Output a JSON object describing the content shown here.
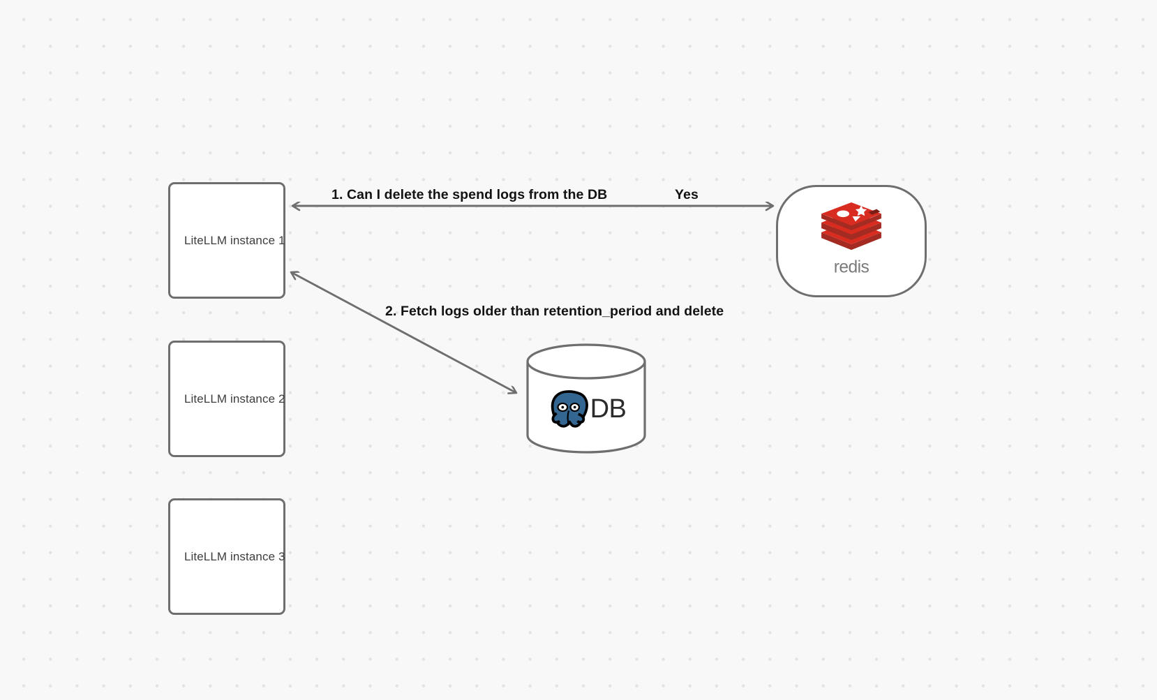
{
  "diagram": {
    "title": "LiteLLM spend log deletion flow",
    "background_color": "#f8f8f9",
    "dot_color": "#e3e3e6",
    "node_border_color": "#6e6e6e",
    "connector_color": "#6e6e6e",
    "label_color": "#121212",
    "redis_red": "#d82c20",
    "redis_gray": "#7a7a7a",
    "postgres_blue": "#336791"
  },
  "nodes": {
    "litellm_instances": [
      {
        "id": "litellm-instance-1",
        "label": "LiteLLM instance 1"
      },
      {
        "id": "litellm-instance-2",
        "label": "LiteLLM instance 2"
      },
      {
        "id": "litellm-instance-3",
        "label": "LiteLLM instance 3"
      }
    ],
    "redis": {
      "id": "redis-node",
      "wordmark": "redis",
      "icon": "redis-stack-logo"
    },
    "database": {
      "id": "database-node",
      "label": "DB",
      "icon": "postgresql-elephant-logo"
    }
  },
  "edges": [
    {
      "id": "edge-litellm-redis",
      "from": "litellm-instance-1",
      "to": "redis-node",
      "label": "1.  Can I delete the spend logs from the DB",
      "reply_label": "Yes",
      "direction": "bidirectional"
    },
    {
      "id": "edge-litellm-db",
      "from": "litellm-instance-1",
      "to": "database-node",
      "label": "2.  Fetch logs older than retention_period and delete",
      "direction": "bidirectional"
    }
  ]
}
